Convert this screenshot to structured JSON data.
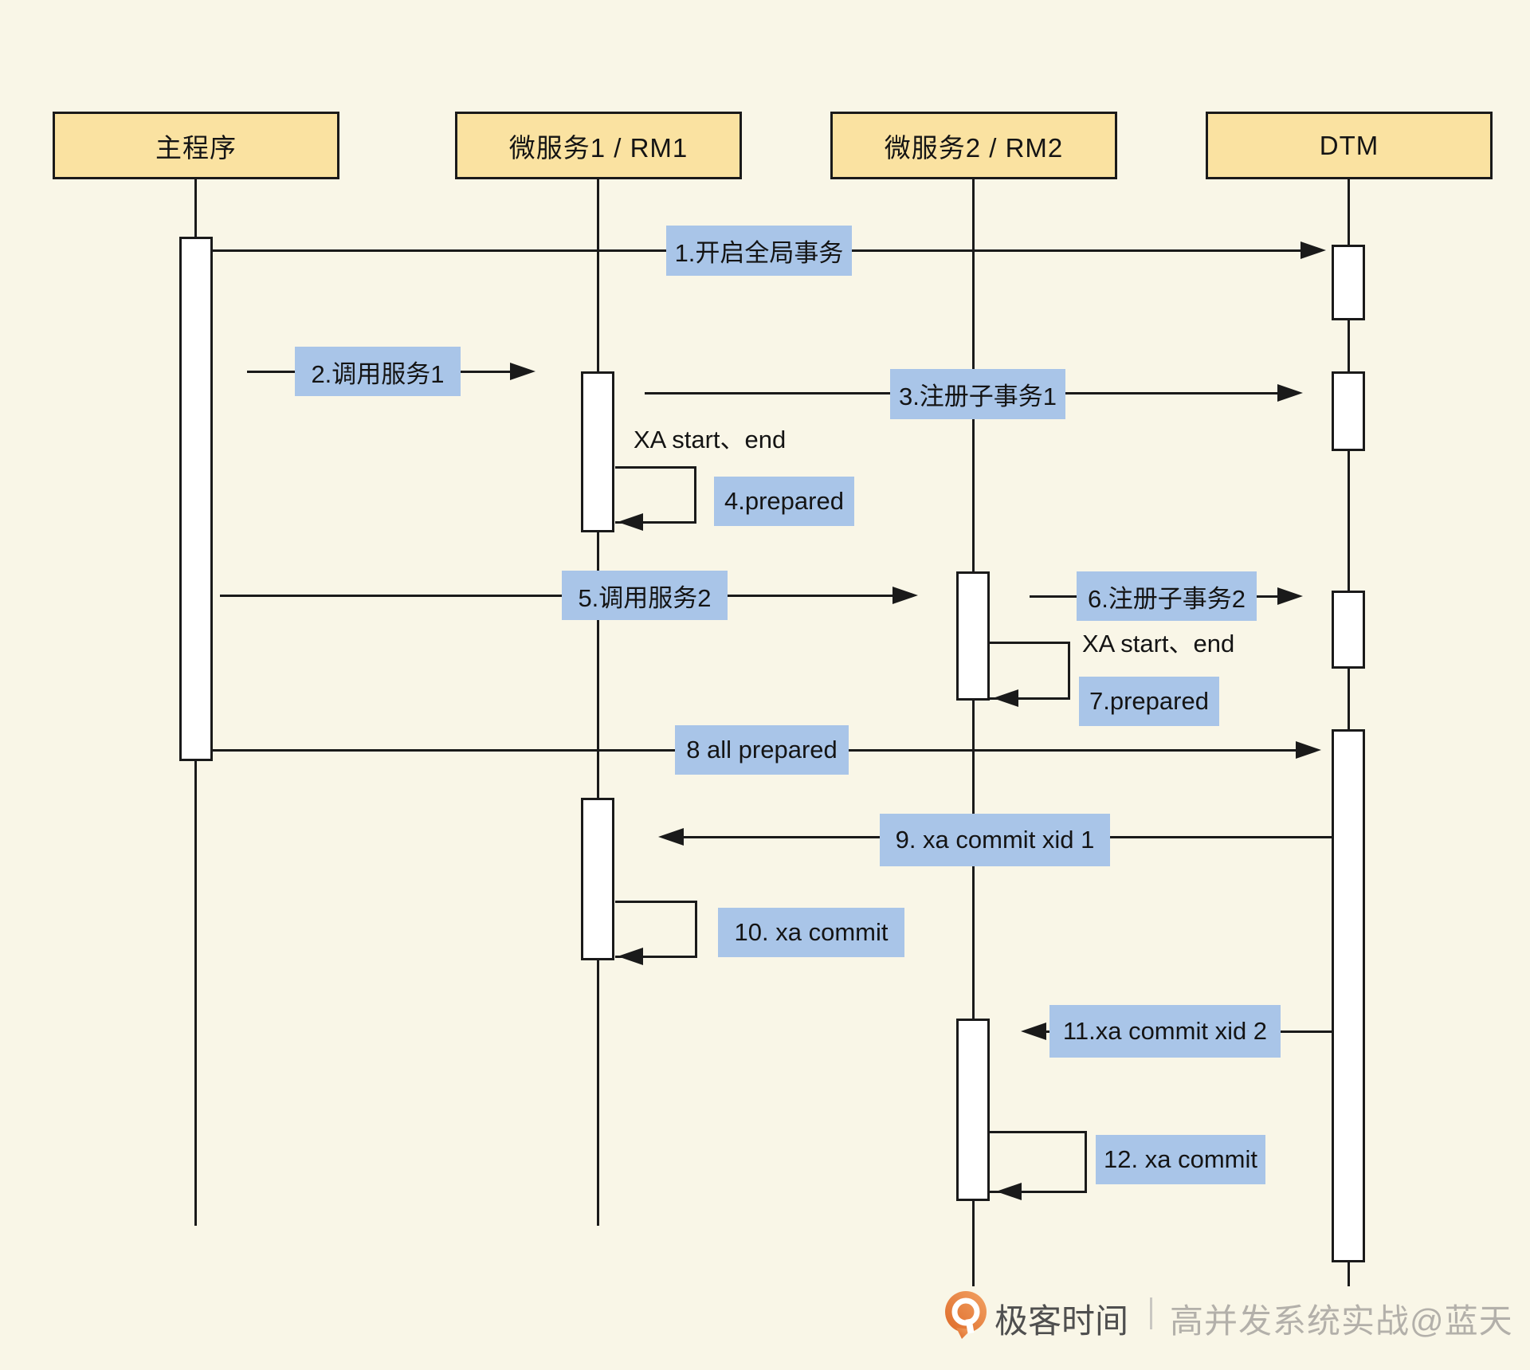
{
  "diagram": {
    "type": "sequence",
    "actors": [
      {
        "id": "main",
        "label": "主程序"
      },
      {
        "id": "rm1",
        "label": "微服务1 / RM1"
      },
      {
        "id": "rm2",
        "label": "微服务2 / RM2"
      },
      {
        "id": "dtm",
        "label": "DTM"
      }
    ],
    "messages": [
      {
        "seq": 1,
        "label": "1.开启全局事务",
        "from": "main",
        "to": "dtm",
        "kind": "call"
      },
      {
        "seq": 2,
        "label": "2.调用服务1",
        "from": "main",
        "to": "rm1",
        "kind": "call"
      },
      {
        "seq": 3,
        "label": "3.注册子事务1",
        "from": "rm1",
        "to": "dtm",
        "kind": "call"
      },
      {
        "seq": 4,
        "label": "4.prepared",
        "from": "rm1",
        "to": "rm1",
        "kind": "self"
      },
      {
        "seq": 5,
        "label": "5.调用服务2",
        "from": "main",
        "to": "rm2",
        "kind": "call"
      },
      {
        "seq": 6,
        "label": "6.注册子事务2",
        "from": "rm2",
        "to": "dtm",
        "kind": "call"
      },
      {
        "seq": 7,
        "label": "7.prepared",
        "from": "rm2",
        "to": "rm2",
        "kind": "self"
      },
      {
        "seq": 8,
        "label": "8 all prepared",
        "from": "main",
        "to": "dtm",
        "kind": "call"
      },
      {
        "seq": 9,
        "label": "9. xa commit xid 1",
        "from": "dtm",
        "to": "rm1",
        "kind": "reply"
      },
      {
        "seq": 10,
        "label": "10. xa commit",
        "from": "rm1",
        "to": "rm1",
        "kind": "self"
      },
      {
        "seq": 11,
        "label": "11.xa commit xid 2",
        "from": "dtm",
        "to": "rm2",
        "kind": "reply"
      },
      {
        "seq": 12,
        "label": "12. xa commit",
        "from": "rm2",
        "to": "rm2",
        "kind": "self"
      }
    ],
    "notes": [
      {
        "label": "XA start、end",
        "attached_to": "rm1"
      },
      {
        "label": "XA start、end",
        "attached_to": "rm2"
      }
    ]
  },
  "footer": {
    "brand": "极客时间",
    "caption": "高并发系统实战@蓝天"
  },
  "colors": {
    "background": "#F9F6E7",
    "actor_fill": "#FAE2A1",
    "label_fill": "#A9C5E8",
    "line": "#1A1A1A",
    "activation_fill": "#FFFFFF",
    "brand_orange": "#E8772F",
    "brand_text": "#4F4F4F",
    "caption_text": "#B3B0AA"
  }
}
